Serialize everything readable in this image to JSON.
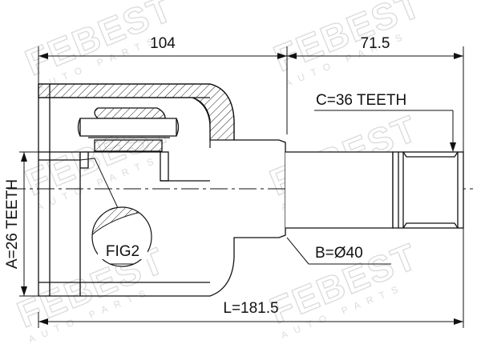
{
  "watermark": {
    "brand": "FEBEST",
    "tagline": "AUTO PARTS"
  },
  "dimensions": {
    "length_left": "104",
    "length_right": "71.5",
    "total_length": "L=181.5",
    "teeth_inner": "A=26 TEETH",
    "teeth_shaft": "C=36 TEETH",
    "shaft_diameter": "B=Ø40"
  },
  "detail_label": "FIG2"
}
